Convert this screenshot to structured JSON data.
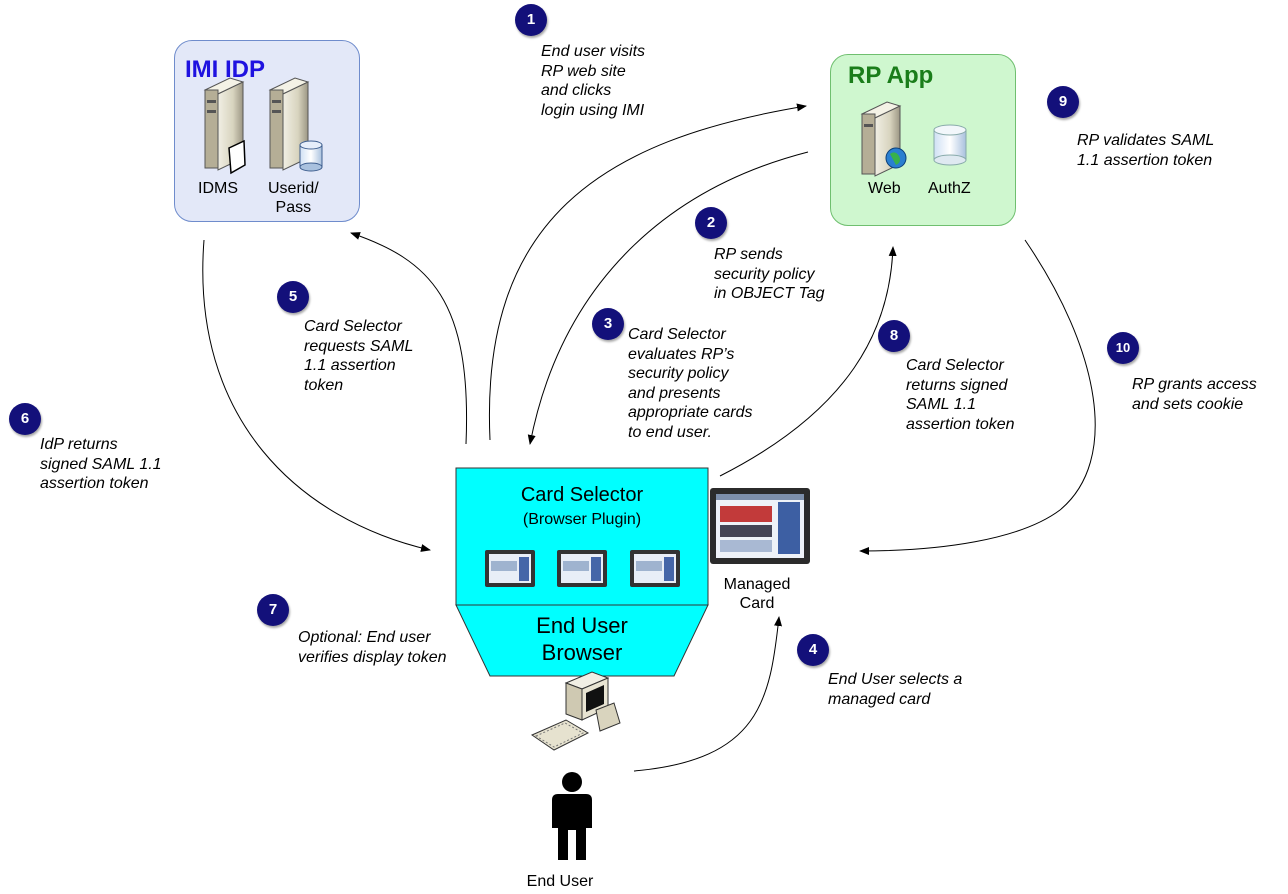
{
  "idp": {
    "title": "IMI IDP",
    "server1_label": "IDMS",
    "server2_label": "Userid/\nPass"
  },
  "rp": {
    "title": "RP App",
    "web_label": "Web",
    "authz_label": "AuthZ"
  },
  "card_selector": {
    "title": "Card Selector",
    "subtitle": "(Browser Plugin)",
    "browser_label": "End User\nBrowser"
  },
  "managed_card_label": "Managed\nCard",
  "end_user_label": "End User",
  "steps": [
    {
      "n": "1",
      "text": "End user visits\nRP web site\nand clicks\nlogin using IMI"
    },
    {
      "n": "2",
      "text": "RP sends\nsecurity policy\nin OBJECT Tag"
    },
    {
      "n": "3",
      "text": "Card Selector\nevaluates RP’s\nsecurity policy\nand presents\nappropriate cards\nto end user."
    },
    {
      "n": "4",
      "text": "End User selects a\nmanaged card"
    },
    {
      "n": "5",
      "text": "Card Selector\nrequests SAML\n1.1 assertion\ntoken"
    },
    {
      "n": "6",
      "text": "IdP returns\nsigned SAML 1.1\nassertion token"
    },
    {
      "n": "7",
      "text": "Optional: End user\nverifies display token"
    },
    {
      "n": "8",
      "text": "Card Selector\nreturns signed\nSAML 1.1\nassertion token"
    },
    {
      "n": "9",
      "text": "RP validates SAML\n1.1 assertion token"
    },
    {
      "n": "10",
      "text": "RP grants access\nand sets cookie"
    }
  ],
  "colors": {
    "idp_fill": "#e3e8f8",
    "rp_fill": "#cff7cf",
    "selector_fill": "#00ffff",
    "badge": "#13107a",
    "idp_title": "#1f12e0",
    "rp_title": "#1a7d1a"
  },
  "icons": [
    "server-icon",
    "database-icon",
    "web-server-icon",
    "card-thumbnail-icon",
    "computer-icon",
    "person-icon"
  ]
}
